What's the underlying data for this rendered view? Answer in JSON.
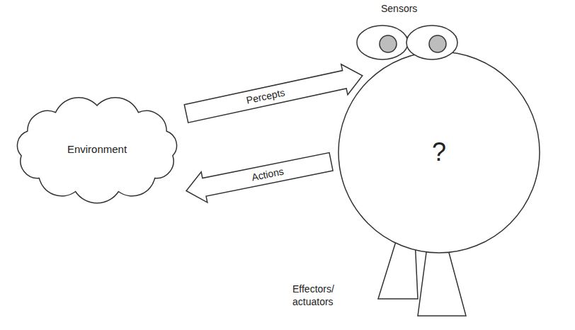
{
  "diagram": {
    "nodes": [
      {
        "text": [
          "Environment"
        ]
      },
      {
        "text": [
          "?"
        ]
      }
    ],
    "edges": [
      {
        "from": 0,
        "to": 1,
        "label": "Percepts",
        "arrow": "to"
      },
      {
        "from": 1,
        "to": 0,
        "label": "Actions",
        "arrow": "to"
      }
    ],
    "labels": [
      "Sensors",
      "Effectors/ actuators"
    ]
  }
}
